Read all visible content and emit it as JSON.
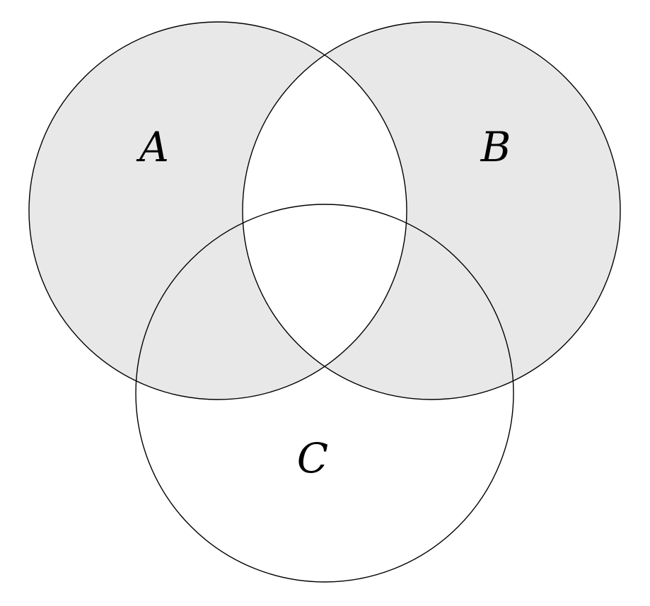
{
  "diagram": {
    "type": "venn-3-sets",
    "description": "Three-circle Venn diagram with the symmetric difference of A and B shaded (regions belonging to exactly one of A or B, including their overlaps with C); the A-and-B overlap and the rest of C are unshaded",
    "sets": [
      {
        "id": "A",
        "label": "A"
      },
      {
        "id": "B",
        "label": "B"
      },
      {
        "id": "C",
        "label": "C"
      }
    ],
    "shaded_regions": [
      "A only",
      "B only",
      "A and C only",
      "B and C only"
    ],
    "unshaded_regions": [
      "A and B only",
      "A and B and C",
      "C only",
      "outside all sets"
    ],
    "colors": {
      "shade": "#e8e8e8",
      "stroke": "#000000",
      "background": "#ffffff"
    }
  }
}
